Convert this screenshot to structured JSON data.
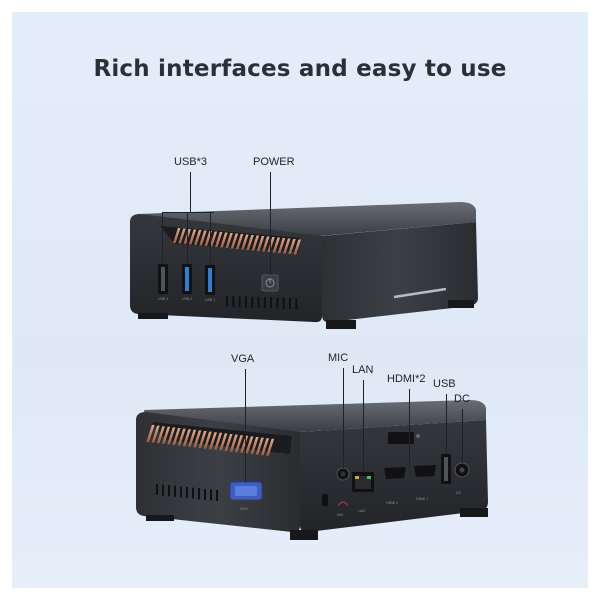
{
  "headline": "Rich interfaces and easy to use",
  "labels": {
    "usb3": "USB*3",
    "power": "POWER",
    "vga": "VGA",
    "mic": "MIC",
    "lan": "LAN",
    "hdmi2": "HDMI*2",
    "usb": "USB",
    "dc": "DC"
  },
  "port_tags": {
    "usb_a": "USB 3",
    "usb_b": "USB 2",
    "usb_c": "USB 1",
    "vga": "VGA",
    "mic": "MIC",
    "lan": "LAN",
    "hdmi_a": "HDMI 2",
    "hdmi_b": "HDMI 1",
    "dc": "DC"
  },
  "colors": {
    "background": "#e2ecf8",
    "chassis": "#2a2c30",
    "usb_blue": "#2d7fd6",
    "vga_blue": "#4b6fd0",
    "vent_copper": "#c98b6d"
  },
  "icons": [
    "power-icon",
    "headphone-icon"
  ]
}
